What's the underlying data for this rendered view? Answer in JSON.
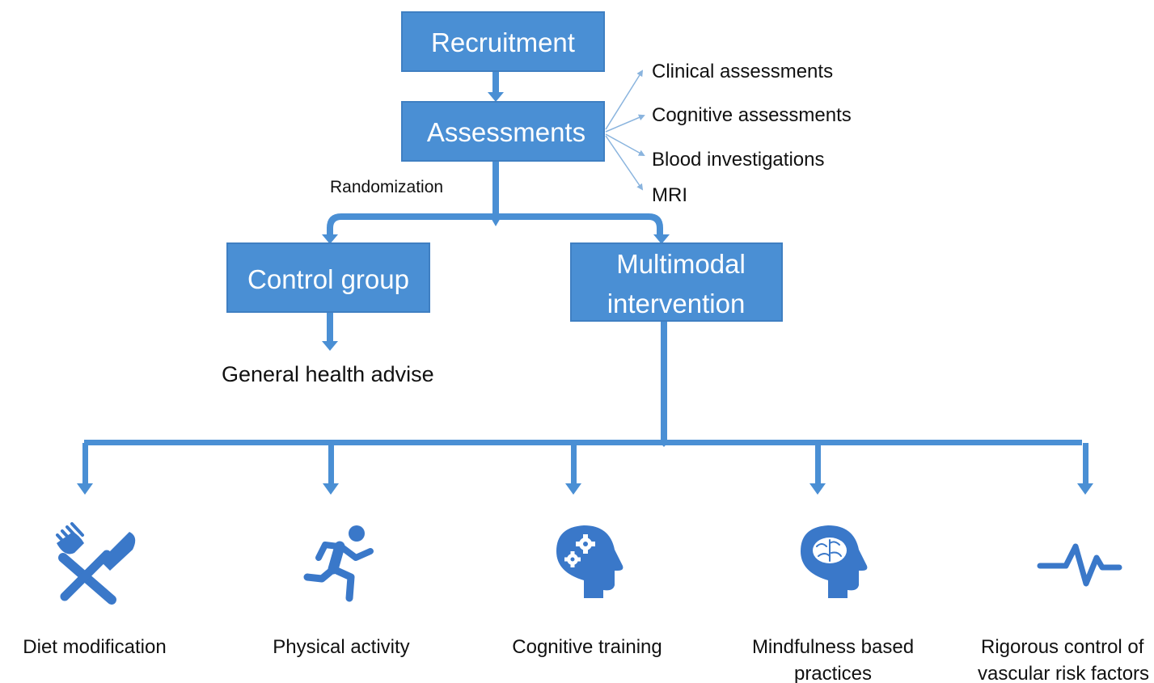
{
  "flow": {
    "recruitment": "Recruitment",
    "assessments": "Assessments",
    "randomization": "Randomization",
    "control_group": "Control group",
    "multimodal_line1": "Multimodal",
    "multimodal_line2": "intervention",
    "control_outcome": "General health advise"
  },
  "assessment_items": [
    "Clinical assessments",
    "Cognitive assessments",
    "Blood investigations",
    "MRI"
  ],
  "interventions": [
    {
      "label_lines": [
        "Diet modification"
      ],
      "icon": "fork-knife-icon"
    },
    {
      "label_lines": [
        "Physical activity"
      ],
      "icon": "running-person-icon"
    },
    {
      "label_lines": [
        "Cognitive training"
      ],
      "icon": "head-gears-icon"
    },
    {
      "label_lines": [
        "Mindfulness based",
        "practices"
      ],
      "icon": "head-brain-icon"
    },
    {
      "label_lines": [
        "Rigorous control of",
        "vascular risk factors"
      ],
      "icon": "heartbeat-pulse-icon"
    }
  ],
  "colors": {
    "box_fill": "#4a8fd4",
    "box_border": "#3f7fc2",
    "connector": "#4a8fd4",
    "icon": "#3a78c9",
    "thin_arrow": "#8ab4de"
  }
}
